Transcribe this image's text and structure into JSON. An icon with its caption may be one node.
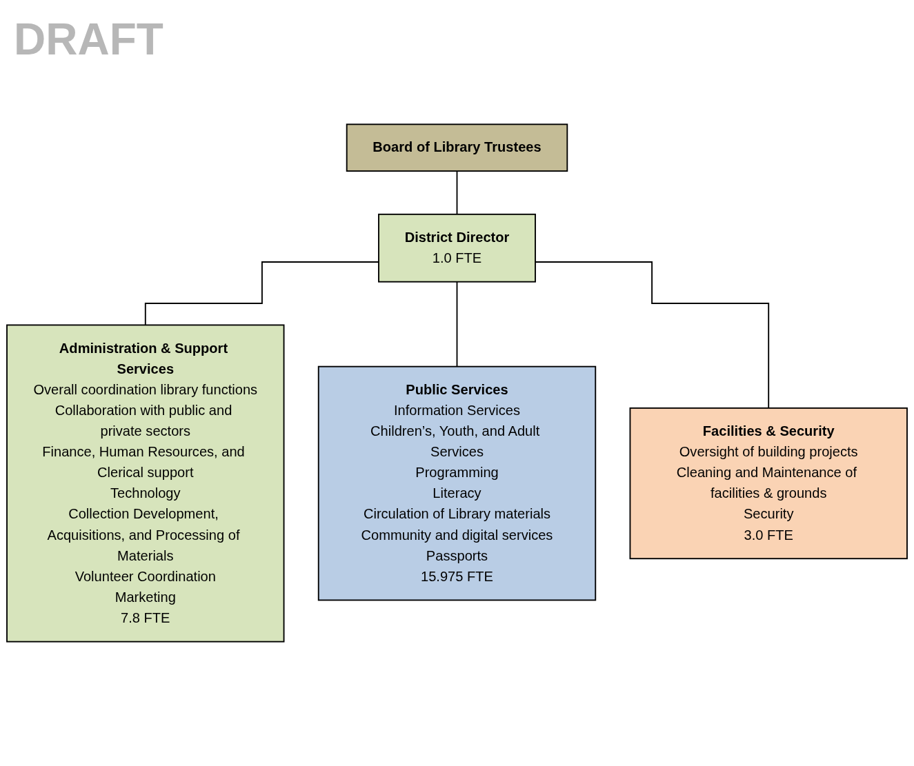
{
  "diagram": {
    "nodes": [
      {
        "text": [
          "Board of Library Trustees"
        ]
      },
      {
        "text": [
          "District Director",
          "1.0 FTE"
        ]
      },
      {
        "text": [
          "Administration & Support Services",
          "Overall coordination library functions",
          "Collaboration with public and private sectors",
          "Finance, Human Resources, and Clerical support",
          "Technology",
          "Collection Development, Acquisitions, and Processing of Materials",
          "Volunteer Coordination",
          "Marketing",
          "7.8 FTE"
        ]
      },
      {
        "text": [
          "Public Services",
          "Information Services",
          "Children’s, Youth, and Adult Services",
          "Programming",
          "Literacy",
          "Circulation of Library materials",
          "Community and digital services",
          "Passports",
          "15.975 FTE"
        ]
      },
      {
        "text": [
          "Facilities & Security",
          "Oversight of building projects",
          "Cleaning and Maintenance of facilities & grounds",
          "Security",
          "3.0 FTE"
        ]
      }
    ],
    "edges": [
      {
        "from": 0,
        "to": 1,
        "arrow": "none"
      },
      {
        "from": 1,
        "to": 2,
        "arrow": "none"
      },
      {
        "from": 1,
        "to": 3,
        "arrow": "none"
      },
      {
        "from": 1,
        "to": 4,
        "arrow": "none"
      }
    ],
    "labels": [
      "DRAFT"
    ]
  }
}
